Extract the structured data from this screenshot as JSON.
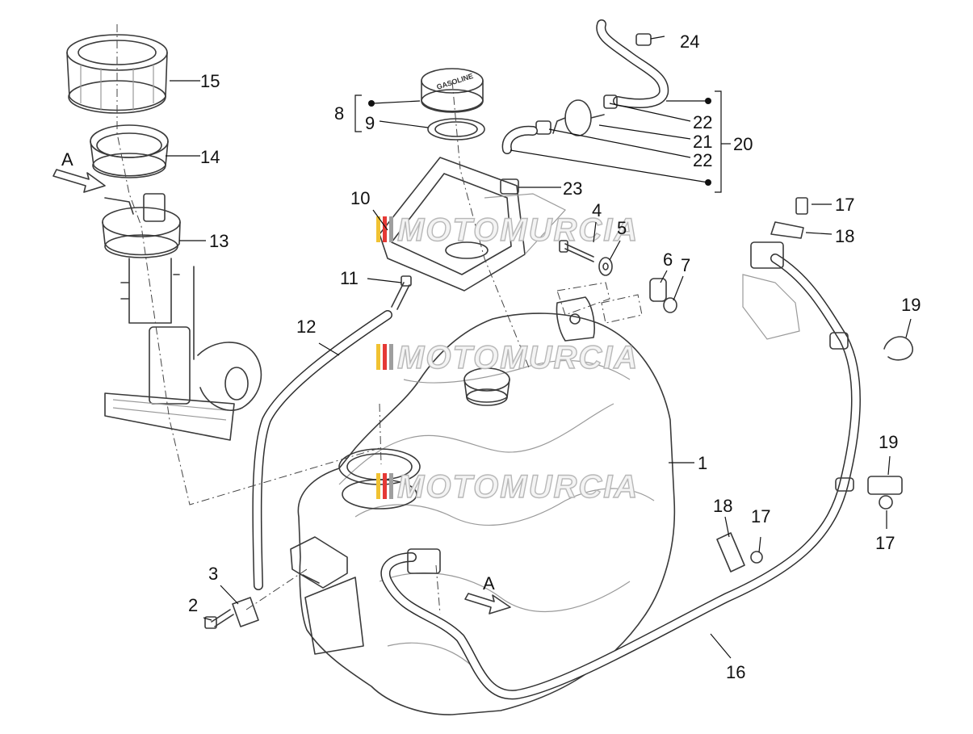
{
  "diagram": {
    "watermark_text": "MOTOMURCIA",
    "cap_marking": "GASOLINE",
    "view_marker": "A",
    "callouts": [
      "1",
      "2",
      "3",
      "4",
      "5",
      "6",
      "7",
      "8",
      "9",
      "10",
      "11",
      "12",
      "13",
      "14",
      "15",
      "16",
      "17",
      "18",
      "19",
      "20",
      "21",
      "22",
      "23",
      "24"
    ],
    "callout_extra": {
      "c17b": "17",
      "c17c": "17",
      "c18b": "18",
      "c19b": "19",
      "c22b": "22"
    }
  }
}
